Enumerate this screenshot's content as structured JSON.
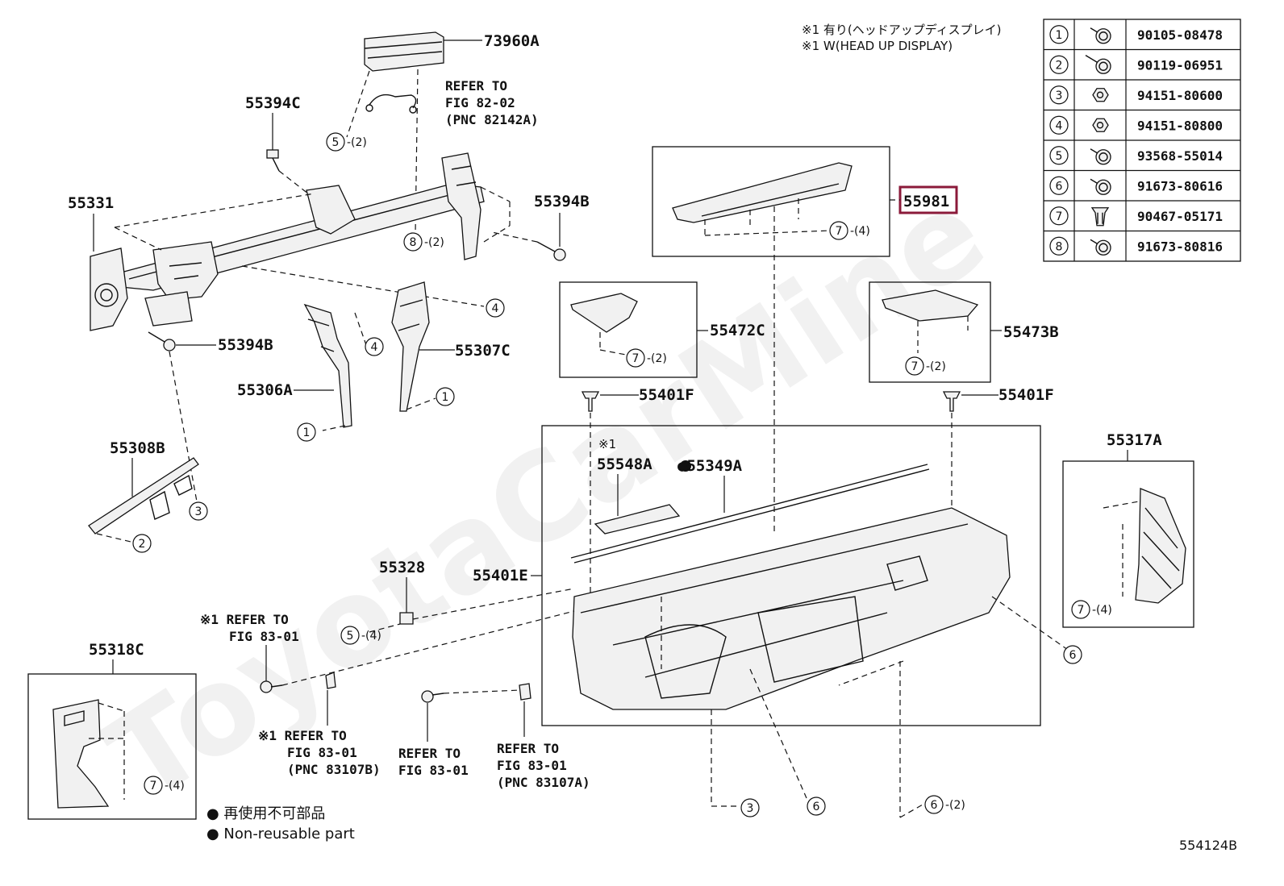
{
  "diagram_id": "554124B",
  "watermark": "ToyotaCarMine",
  "notes": {
    "jp": "※1 有り(ヘッドアップディスプレイ)",
    "en": "※1 W(HEAD UP DISPLAY)"
  },
  "legend": {
    "jp": "● 再使用不可部品",
    "en": "● Non-reusable part"
  },
  "highlight_color": "#8b1a3a",
  "parts": {
    "p73960A": "73960A",
    "p55394C": "55394C",
    "p55331": "55331",
    "p55394B_top": "55394B",
    "p55394B_left": "55394B",
    "p55306A": "55306A",
    "p55307C": "55307C",
    "p55308B": "55308B",
    "p55981": "55981",
    "p55472C": "55472C",
    "p55473B": "55473B",
    "p55401F_left": "55401F",
    "p55401F_right": "55401F",
    "p55548A": "55548A",
    "p55548A_mark": "※1",
    "p55349A": "●55349A",
    "p55317A": "55317A",
    "p55328": "55328",
    "p55401E": "55401E",
    "p55318C": "55318C"
  },
  "refs": {
    "r1": {
      "l1": "REFER TO",
      "l2": "FIG 82-02",
      "l3": "(PNC 82142A)"
    },
    "r2": {
      "l1": "※1 REFER TO",
      "l2": "FIG 83-01"
    },
    "r3": {
      "l1": "※1 REFER TO",
      "l2": "FIG 83-01",
      "l3": "(PNC 83107B)"
    },
    "r4": {
      "l1": "REFER TO",
      "l2": "FIG 83-01"
    },
    "r5": {
      "l1": "REFER TO",
      "l2": "FIG 83-01",
      "l3": "(PNC 83107A)"
    }
  },
  "callouts": {
    "c5a": {
      "num": "5",
      "qty": "-(2)"
    },
    "c8": {
      "num": "8",
      "qty": "-(2)"
    },
    "c4a": {
      "num": "4",
      "qty": ""
    },
    "c4b": {
      "num": "4",
      "qty": ""
    },
    "c1a": {
      "num": "1",
      "qty": ""
    },
    "c1b": {
      "num": "1",
      "qty": ""
    },
    "c3a": {
      "num": "3",
      "qty": ""
    },
    "c2a": {
      "num": "2",
      "qty": ""
    },
    "c7a": {
      "num": "7",
      "qty": "-(4)"
    },
    "c7b": {
      "num": "7",
      "qty": "-(2)"
    },
    "c7c": {
      "num": "7",
      "qty": "-(2)"
    },
    "c7d": {
      "num": "7",
      "qty": "-(4)"
    },
    "c7e": {
      "num": "7",
      "qty": "-(4)"
    },
    "c5b": {
      "num": "5",
      "qty": "-(4)"
    },
    "c6a": {
      "num": "6",
      "qty": ""
    },
    "c3b": {
      "num": "3",
      "qty": ""
    },
    "c6b": {
      "num": "6",
      "qty": ""
    },
    "c6c": {
      "num": "6",
      "qty": "-(2)"
    }
  },
  "fastener_table": [
    {
      "num": "1",
      "part": "90105-08478",
      "icon": "bolt-washer-icon"
    },
    {
      "num": "2",
      "part": "90119-06951",
      "icon": "bolt-long-icon"
    },
    {
      "num": "3",
      "part": "94151-80600",
      "icon": "nut-icon"
    },
    {
      "num": "4",
      "part": "94151-80800",
      "icon": "nut-icon"
    },
    {
      "num": "5",
      "part": "93568-55014",
      "icon": "screw-icon"
    },
    {
      "num": "6",
      "part": "91673-80616",
      "icon": "bolt-washer-icon"
    },
    {
      "num": "7",
      "part": "90467-05171",
      "icon": "clip-icon"
    },
    {
      "num": "8",
      "part": "91673-80816",
      "icon": "bolt-washer-icon"
    }
  ]
}
